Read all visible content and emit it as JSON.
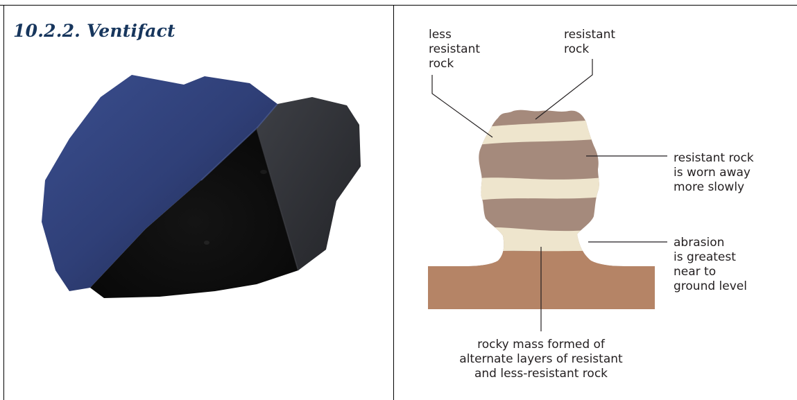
{
  "section_heading": "10.2.2. Ventifact",
  "photo_subject": "rock-photo",
  "colors": {
    "heading": "#17365d",
    "resistant_layer": "#a58a7c",
    "less_resistant_layer": "#eee5cd",
    "ground": "#b58466",
    "text": "#231f20"
  },
  "diagram": {
    "label_less_resistant": [
      "less",
      "resistant",
      "rock"
    ],
    "label_resistant": [
      "resistant",
      "rock"
    ],
    "label_worn_slowly": [
      "resistant rock",
      "is worn away",
      "more slowly"
    ],
    "label_abrasion": [
      "abrasion",
      "is greatest",
      "near to",
      "ground level"
    ],
    "label_rocky_mass": [
      "rocky mass formed of",
      "alternate layers of resistant",
      "and less-resistant rock"
    ]
  }
}
